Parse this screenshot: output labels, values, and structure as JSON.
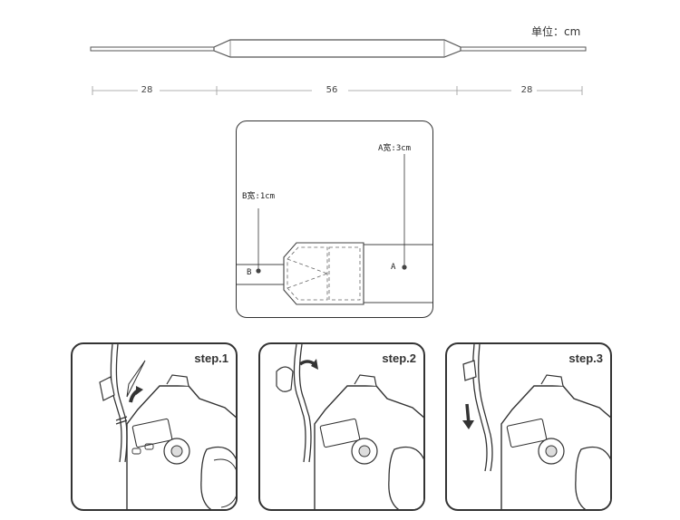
{
  "unit_label": "单位：cm",
  "dimensions": [
    "28",
    "56",
    "28"
  ],
  "detail": {
    "label_a_width": "A宽:3cm",
    "label_b_width": "B宽:1cm",
    "marker_a": "A",
    "marker_b": "B"
  },
  "steps": [
    {
      "label": "step.1"
    },
    {
      "label": "step.2"
    },
    {
      "label": "step.3"
    }
  ]
}
